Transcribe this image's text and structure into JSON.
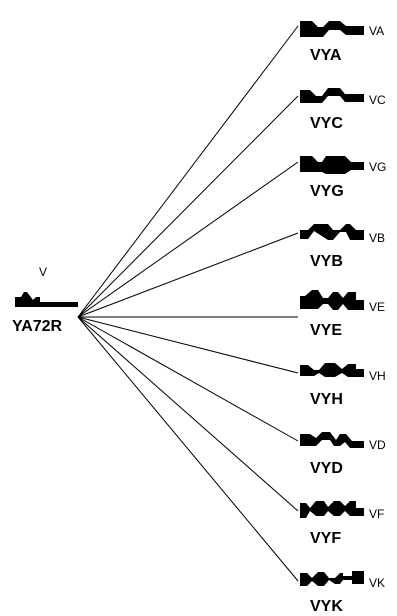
{
  "source": {
    "profile_code": "V",
    "name": "YA72R",
    "profile_icon": "keyway-profile-icon"
  },
  "targets": [
    {
      "profile_code": "VA",
      "name": "VYA",
      "profile_icon": "keyway-profile-icon"
    },
    {
      "profile_code": "VC",
      "name": "VYC",
      "profile_icon": "keyway-profile-icon"
    },
    {
      "profile_code": "VG",
      "name": "VYG",
      "profile_icon": "keyway-profile-icon"
    },
    {
      "profile_code": "VB",
      "name": "VYB",
      "profile_icon": "keyway-profile-icon"
    },
    {
      "profile_code": "VE",
      "name": "VYE",
      "profile_icon": "keyway-profile-icon"
    },
    {
      "profile_code": "VH",
      "name": "VYH",
      "profile_icon": "keyway-profile-icon"
    },
    {
      "profile_code": "VD",
      "name": "VYD",
      "profile_icon": "keyway-profile-icon"
    },
    {
      "profile_code": "VF",
      "name": "VYF",
      "profile_icon": "keyway-profile-icon"
    },
    {
      "profile_code": "VK",
      "name": "VYK",
      "profile_icon": "keyway-profile-icon"
    }
  ]
}
